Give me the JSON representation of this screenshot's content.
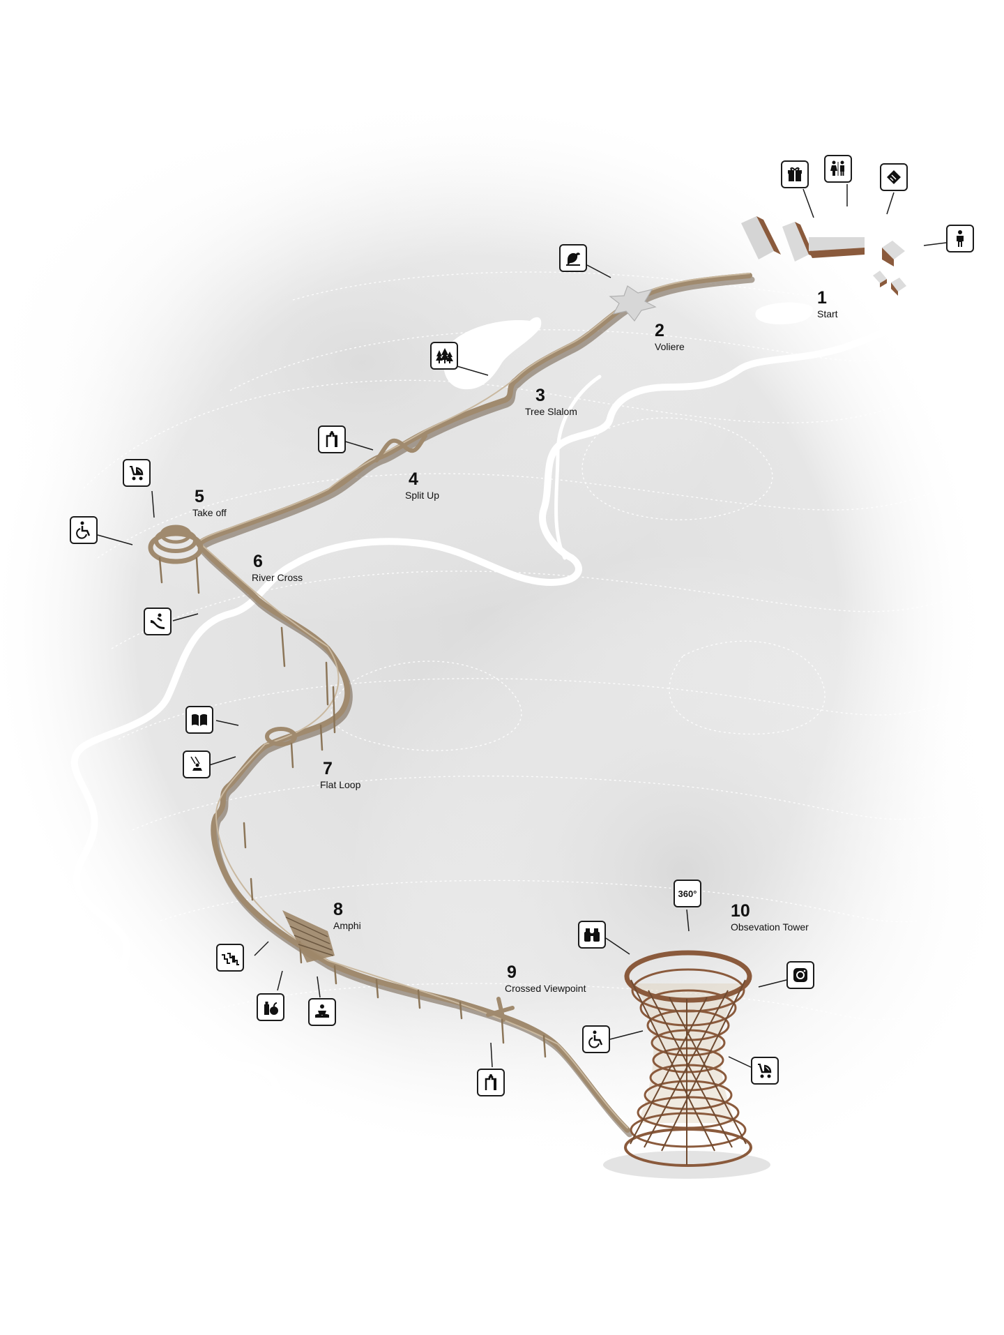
{
  "stops": [
    {
      "number": "1",
      "name": "Start"
    },
    {
      "number": "2",
      "name": "Voliere"
    },
    {
      "number": "3",
      "name": "Tree Slalom"
    },
    {
      "number": "4",
      "name": "Split Up"
    },
    {
      "number": "5",
      "name": "Take off"
    },
    {
      "number": "6",
      "name": "River Cross"
    },
    {
      "number": "7",
      "name": "Flat Loop"
    },
    {
      "number": "8",
      "name": "Amphi"
    },
    {
      "number": "9",
      "name": "Crossed Viewpoint"
    },
    {
      "number": "10",
      "name": "Obsevation Tower"
    }
  ],
  "icons": {
    "gift": "gift-icon",
    "restroom": "restroom-icon",
    "ticket": "ticket-icon",
    "person": "person-icon",
    "bird": "bird-icon",
    "trees": "trees-icon",
    "lookout": "lookout-icon",
    "stroller": "stroller-icon",
    "wheelchair": "wheelchair-icon",
    "slide": "slide-icon",
    "book": "book-icon",
    "swing": "swing-icon",
    "stairs": "stairs-icon",
    "food": "food-icon",
    "reading": "reading-icon",
    "binoculars": "binoculars-icon",
    "instagram": "instagram-icon"
  },
  "badge_360": "360°",
  "colors": {
    "boardwalk": "#a08a6e",
    "tower": "#8a5a3c",
    "river": "#ffffff",
    "terrain": "#e4e4e4",
    "icon_border": "#1b1b1b"
  }
}
